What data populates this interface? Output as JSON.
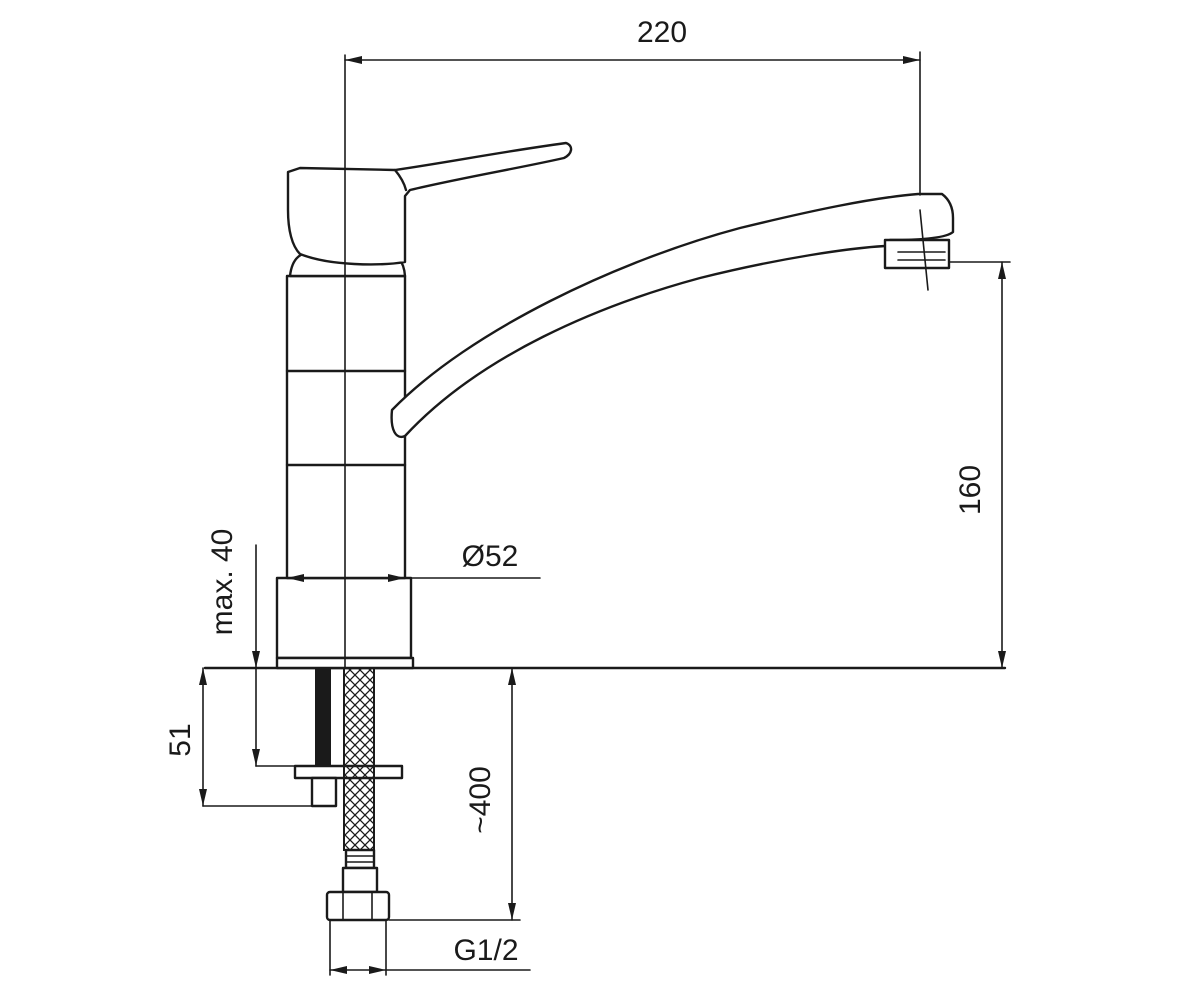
{
  "diagram": {
    "subject": "faucet technical drawing",
    "colors": {
      "line": "#1a1a1a",
      "background": "#ffffff"
    },
    "dimensions": {
      "overall_reach": "220",
      "spout_height": "160",
      "base_diameter": "Ø52",
      "max_deck_thickness": "max. 40",
      "mounting_stud_length": "51",
      "hose_length": "~400",
      "hose_connection": "G1/2"
    }
  }
}
